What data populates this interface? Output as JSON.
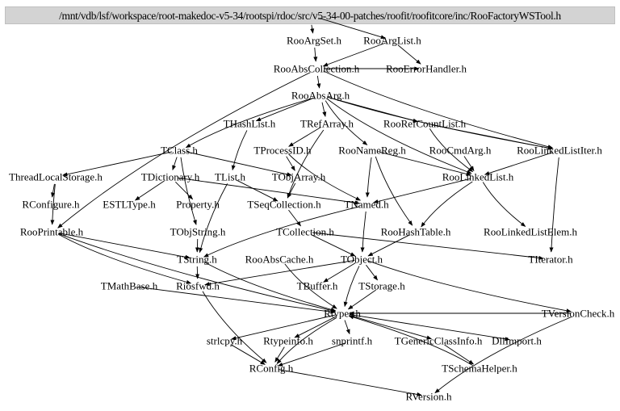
{
  "graph": {
    "root": "/mnt/vdb/lsf/workspace/root-makedoc-v5-34/rootspi/rdoc/src/v5-34-00-patches/roofit/roofitcore/inc/RooFactoryWSTool.h",
    "nodes": [
      {
        "id": "RooArgSet",
        "label": "RooArgSet.h"
      },
      {
        "id": "RooArgList",
        "label": "RooArgList.h"
      },
      {
        "id": "RooAbsCollection",
        "label": "RooAbsCollection.h"
      },
      {
        "id": "RooErrorHandler",
        "label": "RooErrorHandler.h"
      },
      {
        "id": "RooAbsArg",
        "label": "RooAbsArg.h"
      },
      {
        "id": "THashList",
        "label": "THashList.h"
      },
      {
        "id": "TRefArray",
        "label": "TRefArray.h"
      },
      {
        "id": "RooRefCountList",
        "label": "RooRefCountList.h"
      },
      {
        "id": "TClass",
        "label": "TClass.h"
      },
      {
        "id": "TProcessID",
        "label": "TProcessID.h"
      },
      {
        "id": "RooNameReg",
        "label": "RooNameReg.h"
      },
      {
        "id": "RooCmdArg",
        "label": "RooCmdArg.h"
      },
      {
        "id": "RooLinkedListIter",
        "label": "RooLinkedListIter.h"
      },
      {
        "id": "ThreadLocalStorage",
        "label": "ThreadLocalStorage.h"
      },
      {
        "id": "TDictionary",
        "label": "TDictionary.h"
      },
      {
        "id": "TList",
        "label": "TList.h"
      },
      {
        "id": "TObjArray",
        "label": "TObjArray.h"
      },
      {
        "id": "RooLinkedList",
        "label": "RooLinkedList.h"
      },
      {
        "id": "RConfigure",
        "label": "RConfigure.h"
      },
      {
        "id": "ESTLType",
        "label": "ESTLType.h"
      },
      {
        "id": "Property",
        "label": "Property.h"
      },
      {
        "id": "TSeqCollection",
        "label": "TSeqCollection.h"
      },
      {
        "id": "TNamed",
        "label": "TNamed.h"
      },
      {
        "id": "RooPrintable",
        "label": "RooPrintable.h"
      },
      {
        "id": "TObjString",
        "label": "TObjString.h"
      },
      {
        "id": "TCollection",
        "label": "TCollection.h"
      },
      {
        "id": "RooHashTable",
        "label": "RooHashTable.h"
      },
      {
        "id": "RooLinkedListElem",
        "label": "RooLinkedListElem.h"
      },
      {
        "id": "TString",
        "label": "TString.h"
      },
      {
        "id": "RooAbsCache",
        "label": "RooAbsCache.h"
      },
      {
        "id": "TObject",
        "label": "TObject.h"
      },
      {
        "id": "TIterator",
        "label": "TIterator.h"
      },
      {
        "id": "TMathBase",
        "label": "TMathBase.h"
      },
      {
        "id": "Riosfwd",
        "label": "Riosfwd.h"
      },
      {
        "id": "TBuffer",
        "label": "TBuffer.h"
      },
      {
        "id": "TStorage",
        "label": "TStorage.h"
      },
      {
        "id": "Rtypes",
        "label": "Rtypes.h"
      },
      {
        "id": "TVersionCheck",
        "label": "TVersionCheck.h"
      },
      {
        "id": "strlcpy",
        "label": "strlcpy.h"
      },
      {
        "id": "Rtypeinfo",
        "label": "Rtypeinfo.h"
      },
      {
        "id": "snprintf",
        "label": "snprintf.h"
      },
      {
        "id": "TGenericClassInfo",
        "label": "TGenericClassInfo.h"
      },
      {
        "id": "DllImport",
        "label": "DllImport.h"
      },
      {
        "id": "RConfig",
        "label": "RConfig.h"
      },
      {
        "id": "TSchemaHelper",
        "label": "TSchemaHelper.h"
      },
      {
        "id": "RVersion",
        "label": "RVersion.h"
      }
    ],
    "edges": [
      [
        "ROOT",
        "RooArgSet"
      ],
      [
        "ROOT",
        "RooArgList"
      ],
      [
        "RooArgSet",
        "RooAbsCollection"
      ],
      [
        "RooArgList",
        "RooAbsCollection"
      ],
      [
        "RooArgList",
        "RooErrorHandler"
      ],
      [
        "RooAbsCollection",
        "RooErrorHandler"
      ],
      [
        "RooAbsCollection",
        "RooAbsArg"
      ],
      [
        "RooAbsCollection",
        "RooPrintable"
      ],
      [
        "RooAbsCollection",
        "RooLinkedListIter"
      ],
      [
        "RooAbsArg",
        "THashList"
      ],
      [
        "RooAbsArg",
        "TRefArray"
      ],
      [
        "RooAbsArg",
        "RooRefCountList"
      ],
      [
        "RooAbsArg",
        "RooNameReg"
      ],
      [
        "RooAbsArg",
        "RooLinkedListIter"
      ],
      [
        "RooAbsArg",
        "TClass"
      ],
      [
        "RooAbsArg",
        "RooLinkedList"
      ],
      [
        "THashList",
        "TList"
      ],
      [
        "TRefArray",
        "TProcessID"
      ],
      [
        "TRefArray",
        "TSeqCollection"
      ],
      [
        "RooRefCountList",
        "RooLinkedList"
      ],
      [
        "RooRefCountList",
        "RooLinkedListIter"
      ],
      [
        "TClass",
        "ThreadLocalStorage"
      ],
      [
        "TClass",
        "TDictionary"
      ],
      [
        "TClass",
        "TObjArray"
      ],
      [
        "TClass",
        "TObjString"
      ],
      [
        "TProcessID",
        "TObjArray"
      ],
      [
        "TProcessID",
        "TNamed"
      ],
      [
        "RooNameReg",
        "TNamed"
      ],
      [
        "RooNameReg",
        "RooHashTable"
      ],
      [
        "RooNameReg",
        "RooLinkedList"
      ],
      [
        "RooCmdArg",
        "RooLinkedList"
      ],
      [
        "RooLinkedListIter",
        "RooLinkedList"
      ],
      [
        "RooLinkedListIter",
        "TIterator"
      ],
      [
        "ThreadLocalStorage",
        "RConfigure"
      ],
      [
        "ThreadLocalStorage",
        "RooPrintable"
      ],
      [
        "TDictionary",
        "ESTLType"
      ],
      [
        "TDictionary",
        "Property"
      ],
      [
        "TDictionary",
        "TNamed"
      ],
      [
        "TList",
        "TSeqCollection"
      ],
      [
        "TList",
        "TString"
      ],
      [
        "TObjArray",
        "TSeqCollection"
      ],
      [
        "RooLinkedList",
        "TNamed"
      ],
      [
        "RooLinkedList",
        "RooHashTable"
      ],
      [
        "RooLinkedList",
        "RooLinkedListElem"
      ],
      [
        "TSeqCollection",
        "TCollection"
      ],
      [
        "TNamed",
        "TString"
      ],
      [
        "TNamed",
        "TObject"
      ],
      [
        "RooPrintable",
        "TString"
      ],
      [
        "RooPrintable",
        "Riosfwd"
      ],
      [
        "RooPrintable",
        "Rtypes"
      ],
      [
        "TObjString",
        "TString"
      ],
      [
        "TCollection",
        "TObject"
      ],
      [
        "TCollection",
        "TIterator"
      ],
      [
        "RooHashTable",
        "TObject"
      ],
      [
        "TString",
        "Riosfwd"
      ],
      [
        "TString",
        "Rtypes"
      ],
      [
        "TMathBase",
        "Rtypes"
      ],
      [
        "RooAbsCache",
        "Rtypes"
      ],
      [
        "TObject",
        "Riosfwd"
      ],
      [
        "TObject",
        "TBuffer"
      ],
      [
        "TObject",
        "TStorage"
      ],
      [
        "TObject",
        "Rtypes"
      ],
      [
        "TObject",
        "TVersionCheck"
      ],
      [
        "TStorage",
        "Rtypes"
      ],
      [
        "Riosfwd",
        "RConfig"
      ],
      [
        "TVersionCheck",
        "Rtypes"
      ],
      [
        "TVersionCheck",
        "RVersion"
      ],
      [
        "Rtypes",
        "strlcpy"
      ],
      [
        "Rtypes",
        "Rtypeinfo"
      ],
      [
        "Rtypes",
        "snprintf"
      ],
      [
        "Rtypes",
        "TGenericClassInfo"
      ],
      [
        "Rtypes",
        "DllImport"
      ],
      [
        "Rtypes",
        "RConfig"
      ],
      [
        "strlcpy",
        "RConfig"
      ],
      [
        "Rtypeinfo",
        "RConfig"
      ],
      [
        "snprintf",
        "RConfig"
      ],
      [
        "TGenericClassInfo",
        "TSchemaHelper"
      ],
      [
        "TSchemaHelper",
        "Rtypes"
      ],
      [
        "RConfig",
        "RVersion"
      ]
    ]
  }
}
